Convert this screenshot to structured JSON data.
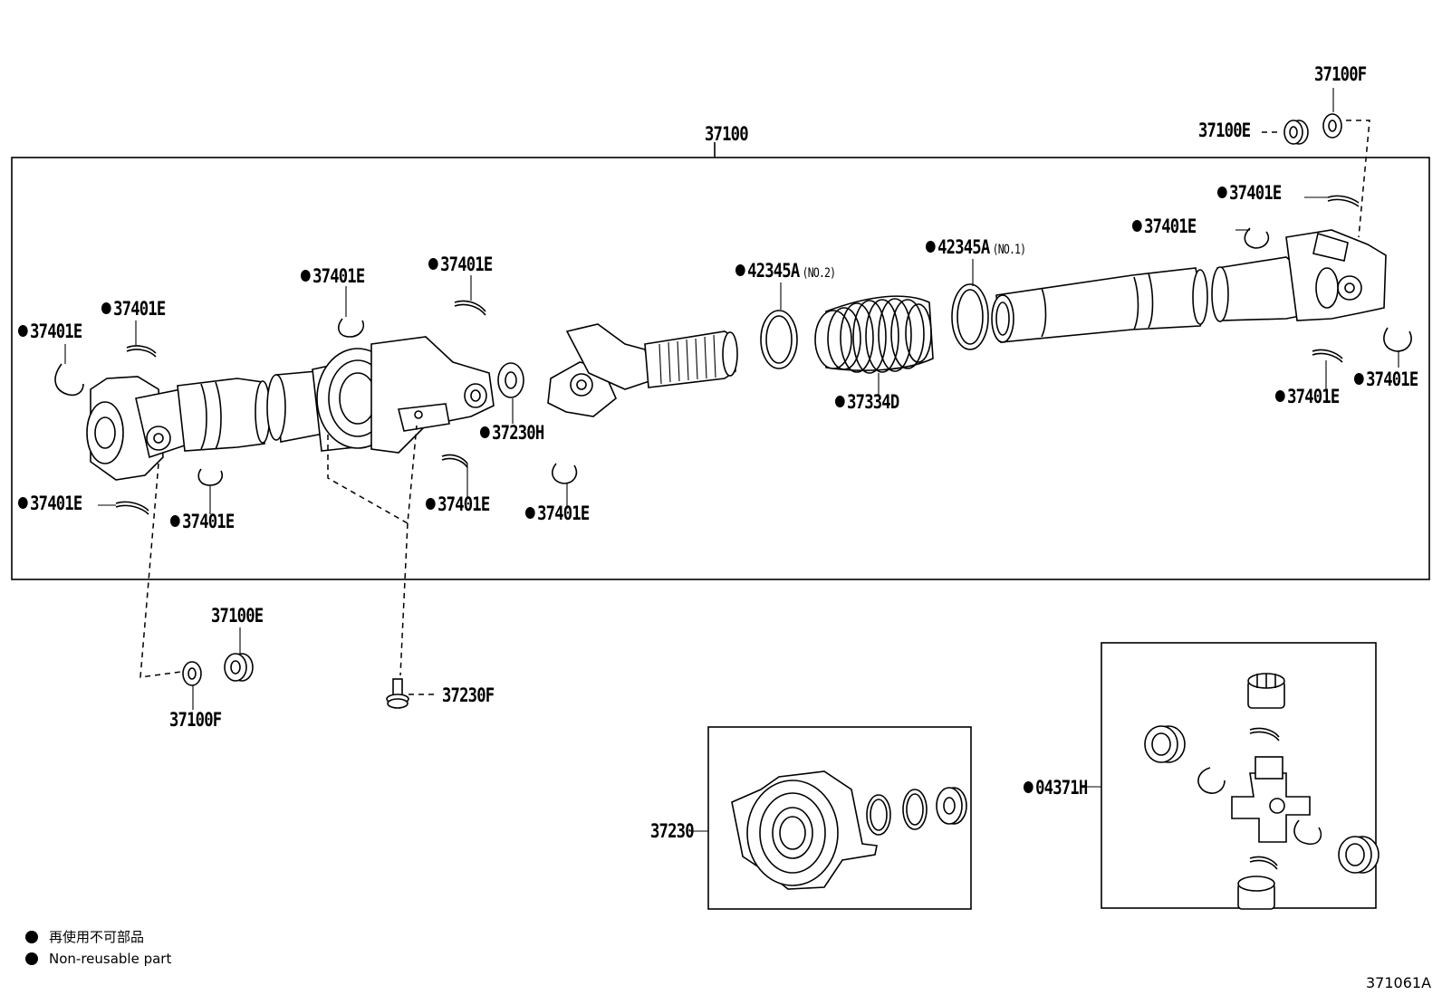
{
  "diagram_id": "371061A",
  "legend": {
    "jp": "再使用不可部品",
    "en": "Non-reusable part"
  },
  "labels": {
    "assy": "37100",
    "flange_washer_top": "37100F",
    "nut_top": "37100E",
    "snap_ring": "37401E",
    "clamp_no2": "42345A",
    "clamp_no2_note": "(NO.2)",
    "clamp_no1": "42345A",
    "clamp_no1_note": "(NO.1)",
    "boot": "37334D",
    "cushion": "37230H",
    "nut_bottom": "37100E",
    "washer_bottom": "37100F",
    "bolt": "37230F",
    "bearing_kit": "37230",
    "spider_kit": "04371H"
  }
}
